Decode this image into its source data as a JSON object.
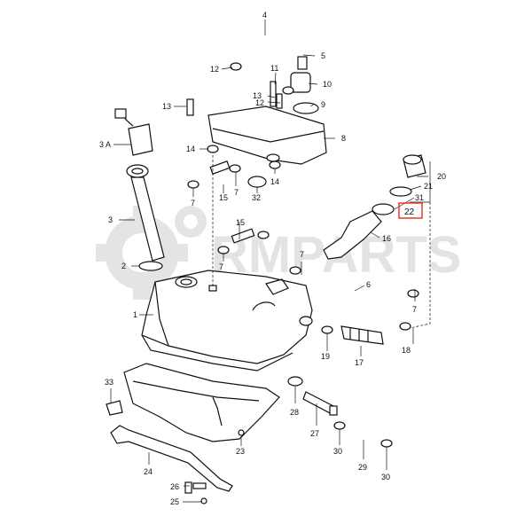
{
  "watermark": {
    "text": "RMPARTS",
    "color": "#e0e0e0"
  },
  "highlight": {
    "label": "22",
    "color": "#e8382f"
  },
  "callouts": {
    "c1": "1",
    "c2": "2",
    "c3": "3",
    "c3a": "3 A",
    "c4": "4",
    "c5": "5",
    "c6": "6",
    "c7a": "7",
    "c7b": "7",
    "c7c": "7",
    "c7d": "7",
    "c7e": "7",
    "c8": "8",
    "c9": "9",
    "c10": "10",
    "c11": "11",
    "c12a": "12",
    "c12b": "12",
    "c13a": "13",
    "c13b": "13",
    "c14a": "14",
    "c14b": "14",
    "c15a": "15",
    "c15b": "15",
    "c16": "16",
    "c17": "17",
    "c18": "18",
    "c19": "19",
    "c20": "20",
    "c21": "21",
    "c23": "23",
    "c24": "24",
    "c25": "25",
    "c26": "26",
    "c27": "27",
    "c28": "28",
    "c29": "29",
    "c30a": "30",
    "c30b": "30",
    "c31": "31",
    "c32": "32",
    "c33": "33"
  }
}
